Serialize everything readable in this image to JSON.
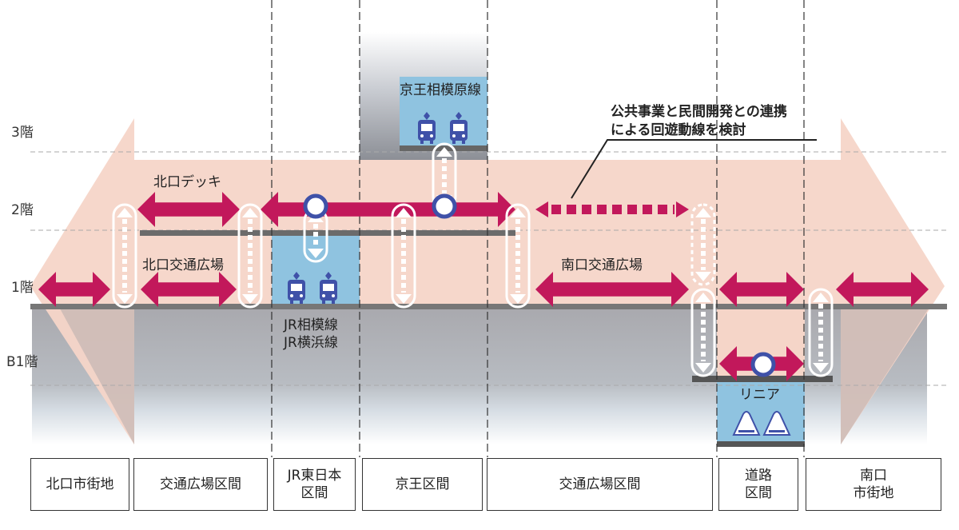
{
  "floors": {
    "f3": "3階",
    "f2": "2階",
    "f1": "1階",
    "b1": "B1階"
  },
  "labels": {
    "north_deck": "北口デッキ",
    "north_plaza": "北口交通広場",
    "south_plaza": "南口交通広場",
    "keio_line": "京王相模原線",
    "jr_sagami": "JR相模線",
    "jr_yokohama": "JR横浜線",
    "linear": "リニア",
    "callout_line1": "公共事業と民間開発との連携",
    "callout_line2": "による回遊動線を検討"
  },
  "sections": [
    {
      "id": "north-city",
      "label": "北口市街地"
    },
    {
      "id": "north-plaza-section",
      "label": "交通広場区間"
    },
    {
      "id": "jr-east",
      "label": "JR東日本\n区間"
    },
    {
      "id": "keio",
      "label": "京王区間"
    },
    {
      "id": "south-plaza-section",
      "label": "交通広場区間"
    },
    {
      "id": "road",
      "label": "道路\n区間"
    },
    {
      "id": "south-city",
      "label": "南口\n市街地"
    }
  ],
  "colors": {
    "arrow": "#c2185b",
    "pink_zone": "#f5d5c8",
    "gray_zone": "#b8b8bc",
    "platform_blue": "#8fc3e0",
    "train_blue": "#3f51a8",
    "station_ring": "#3f51a8",
    "slab": "#666666"
  }
}
